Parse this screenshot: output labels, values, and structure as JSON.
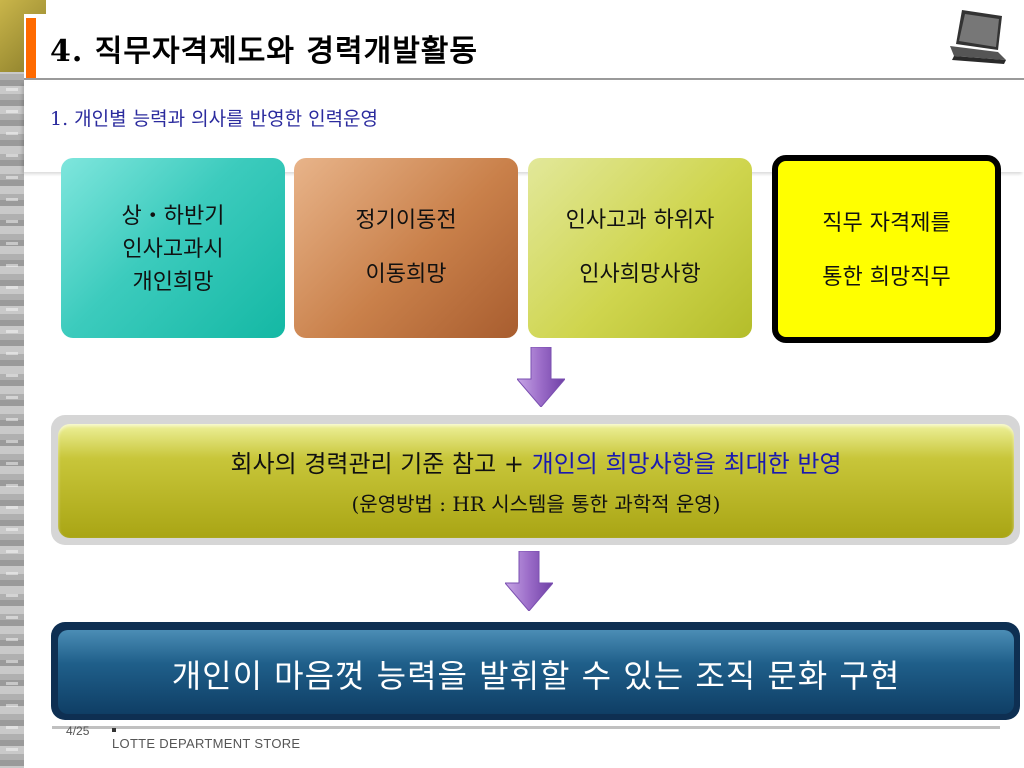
{
  "header": {
    "title": "4. 직무자격제도와 경력개발활동",
    "subtitle": "1. 개인별 능력과 의사를 반영한 인력운영",
    "laptop_icon": "laptop-icon"
  },
  "boxes": [
    {
      "lines": [
        "상・하반기",
        "인사고과시",
        "개인희망"
      ],
      "color": "#3ccbbd"
    },
    {
      "lines": [
        "정기이동전",
        "이동희망"
      ],
      "color": "#c9804a"
    },
    {
      "lines": [
        "인사고과 하위자",
        "인사희망사항"
      ],
      "color": "#cfd54e"
    },
    {
      "lines": [
        "직무 자격제를",
        "통한 희망직무"
      ],
      "color": "#ffff00"
    }
  ],
  "middle": {
    "line1_part1": "회사의 경력관리 기준 참고 +",
    "line1_part2": "개인의 희망사항을 최대한 반영",
    "line2": "(운영방법 : HR 시스템을 통한 과학적 운영)"
  },
  "bottom": {
    "text": "개인이 마음껏 능력을 발휘할 수 있는 조직 문화 구현"
  },
  "footer": {
    "page": "4",
    "total": "/25",
    "brand": "LOTTE DEPARTMENT STORE"
  },
  "colors": {
    "accent": "#ff6a00",
    "subtitle": "#2b2b9e",
    "highlight_blue": "#1a1ab0",
    "arrow": "#9b6cc8"
  }
}
